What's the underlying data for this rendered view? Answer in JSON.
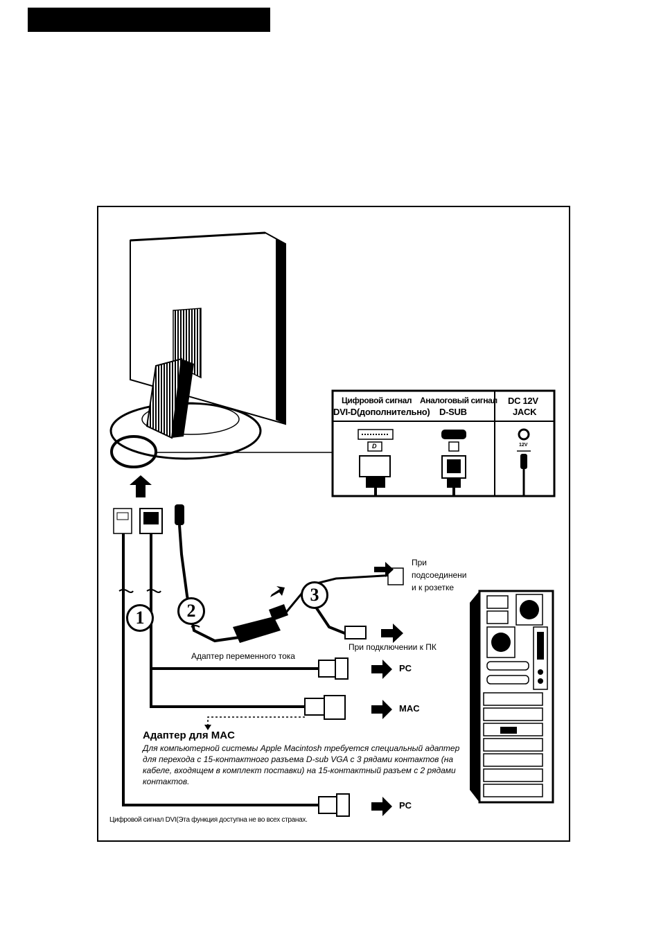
{
  "header": {
    "bar_color": "#000000"
  },
  "connector_panel": {
    "col1": {
      "line1": "Цифровой сигнал",
      "line2": "DVI-D(дополнительно)"
    },
    "col2": {
      "line1": "Аналоговый сигнал",
      "line2": "D-SUB"
    },
    "col3": {
      "line1": "DC 12V",
      "line2": "JACK"
    },
    "dc_label": "12V",
    "dvi_symbol": "D"
  },
  "callouts": {
    "badge1": "1",
    "badge2": "2",
    "badge3": "3",
    "outlet_label": [
      "При",
      "подсоединени",
      "и к розетке"
    ],
    "pc_connect": "При подключении к ПК",
    "ac_adapter": "Адаптер переменного тока"
  },
  "outputs": {
    "pc1": "PC",
    "mac": "MAC",
    "pc2": "PC"
  },
  "mac_adapter": {
    "title": "Адаптер для MAC",
    "description": "Для компьютерной системы Apple Macintosh требуется специальный адаптер для перехода с 15-контактного разъема D-sub VGA с 3 рядами контактов (на кабеле, входящем в комплект поставки) на 15-контактный разъем с 2 рядами контактов."
  },
  "footer_note": "Цифровой сигнал  DVI(Эта функция доступна не во всех странах."
}
